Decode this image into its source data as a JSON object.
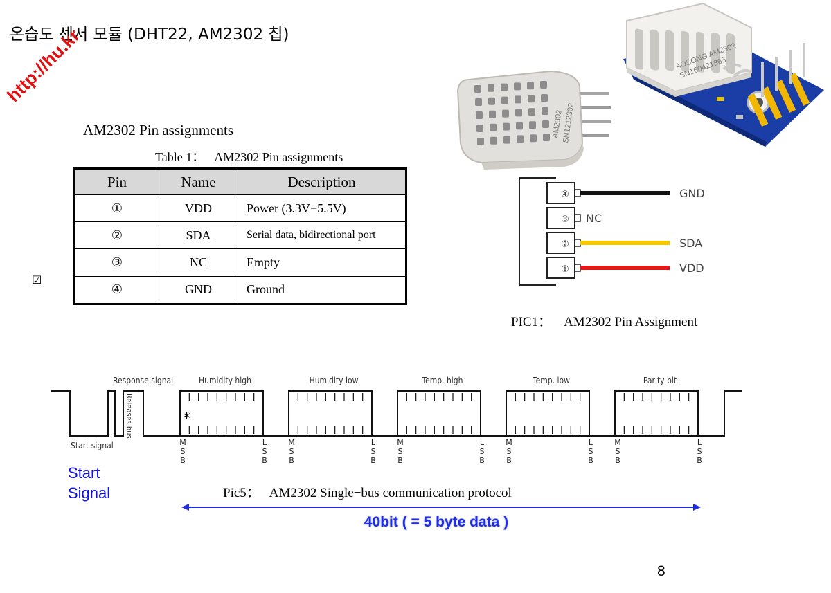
{
  "slide": {
    "title": "온습도 센서 모듈 (DHT22, AM2302 칩)",
    "watermark": "http://hu.kr",
    "page_number": "8"
  },
  "photos": {
    "sensor_text": [
      "AM2302",
      "SN1212302"
    ],
    "module_text": [
      "AOSONG AM2302",
      "SN160421865"
    ]
  },
  "pin_section": {
    "heading": "AM2302 Pin assignments",
    "table_caption_label": "Table 1：",
    "table_caption_text": "AM2302 Pin assignments",
    "columns": [
      "Pin",
      "Name",
      "Description"
    ],
    "rows": [
      {
        "pin": "①",
        "name": "VDD",
        "description": "Power (3.3V−5.5V)"
      },
      {
        "pin": "②",
        "name": "SDA",
        "description": "Serial data, bidirectional port"
      },
      {
        "pin": "③",
        "name": "NC",
        "description": "Empty"
      },
      {
        "pin": "④",
        "name": "GND",
        "description": "Ground"
      }
    ],
    "checkbox_glyph": "☑"
  },
  "pin_diagram": {
    "caption_label": "PIC1：",
    "caption_text": "AM2302 Pin Assignment",
    "pins": [
      {
        "number": "④",
        "label": "GND",
        "color": "#111111",
        "wired": true
      },
      {
        "number": "③",
        "label": "NC",
        "color": "#111111",
        "wired": false
      },
      {
        "number": "②",
        "label": "SDA",
        "color": "#f5c800",
        "wired": true
      },
      {
        "number": "①",
        "label": "VDD",
        "color": "#e01818",
        "wired": true
      }
    ]
  },
  "timing": {
    "start_label": "Start signal",
    "response_label": "Response signal",
    "release_label": "Releases bus",
    "segments": [
      "Humidity high",
      "Humidity low",
      "Temp. high",
      "Temp. low",
      "Parity bit"
    ],
    "msb": [
      "M",
      "S",
      "B"
    ],
    "lsb": [
      "L",
      "S",
      "B"
    ],
    "marker": "*",
    "caption_label": "Pic5：",
    "caption_text": "AM2302 Single−bus communication protocol",
    "start_note": [
      "Start",
      "Signal"
    ],
    "bit_label": "40bit ( = 5 byte data )",
    "arrow_color": "#1e2ee0",
    "note_color": "#1010e8"
  }
}
